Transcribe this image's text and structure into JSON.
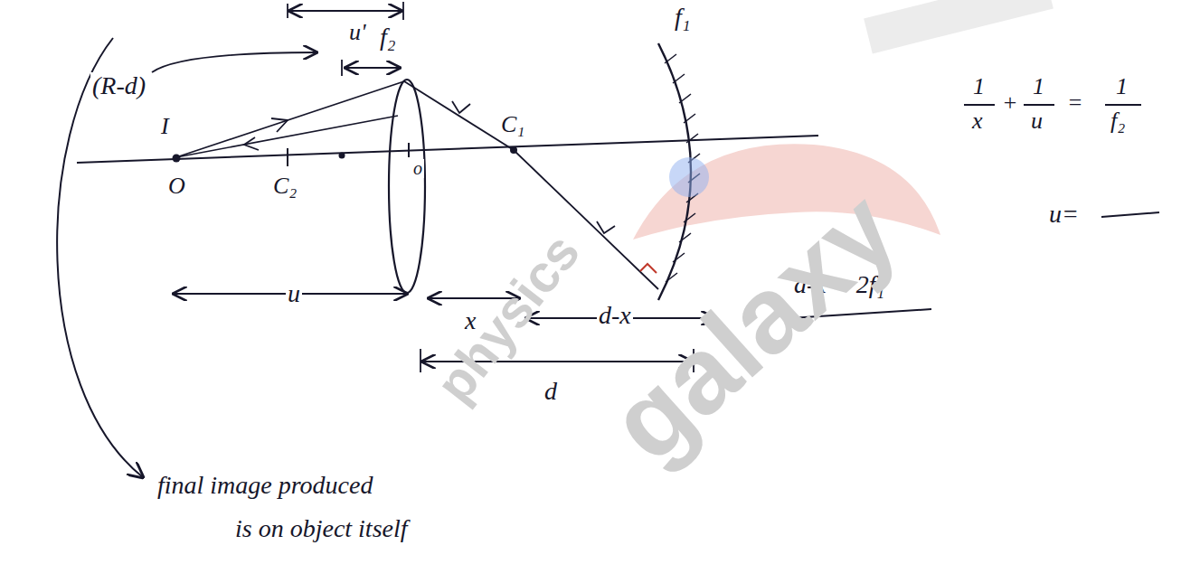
{
  "diagram": {
    "labels": [
      "(R-d)",
      "u'",
      "f₂",
      "f₁",
      "I",
      "O",
      "C₂",
      "o",
      "C₁",
      "u",
      "x",
      "d-x",
      "d",
      "d-x = 2f₁",
      "1",
      "x",
      "+",
      "1",
      "u",
      "=",
      "1",
      "f₂",
      "u=",
      "final image produced",
      "is on object itself",
      "physics",
      "galaxy"
    ]
  }
}
